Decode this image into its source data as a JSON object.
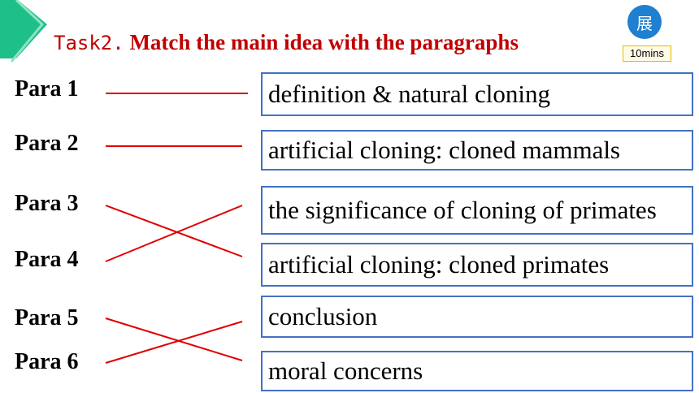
{
  "header": {
    "task_label": "Task2.",
    "title": "Match the main idea with the paragraphs",
    "badge_char": "展",
    "timer": "10mins"
  },
  "paragraphs": [
    "Para 1",
    "Para 2",
    "Para 3",
    "Para 4",
    "Para 5",
    "Para 6"
  ],
  "main_ideas": [
    "definition & natural cloning",
    "artificial cloning: cloned mammals",
    "the significance of cloning of primates",
    "artificial cloning: cloned primates",
    "conclusion",
    "moral concerns"
  ],
  "matches": [
    {
      "para": "Para 1",
      "idea": "definition & natural cloning"
    },
    {
      "para": "Para 2",
      "idea": "artificial cloning: cloned mammals"
    },
    {
      "para": "Para 3",
      "idea": "artificial cloning: cloned primates"
    },
    {
      "para": "Para 4",
      "idea": "the significance of cloning of primates"
    },
    {
      "para": "Para 5",
      "idea": "moral concerns"
    },
    {
      "para": "Para 6",
      "idea": "conclusion"
    }
  ],
  "colors": {
    "accent": "#c00000",
    "box_border": "#4472c4",
    "badge": "#1f7fd1",
    "corner": "#2ecf8f"
  }
}
